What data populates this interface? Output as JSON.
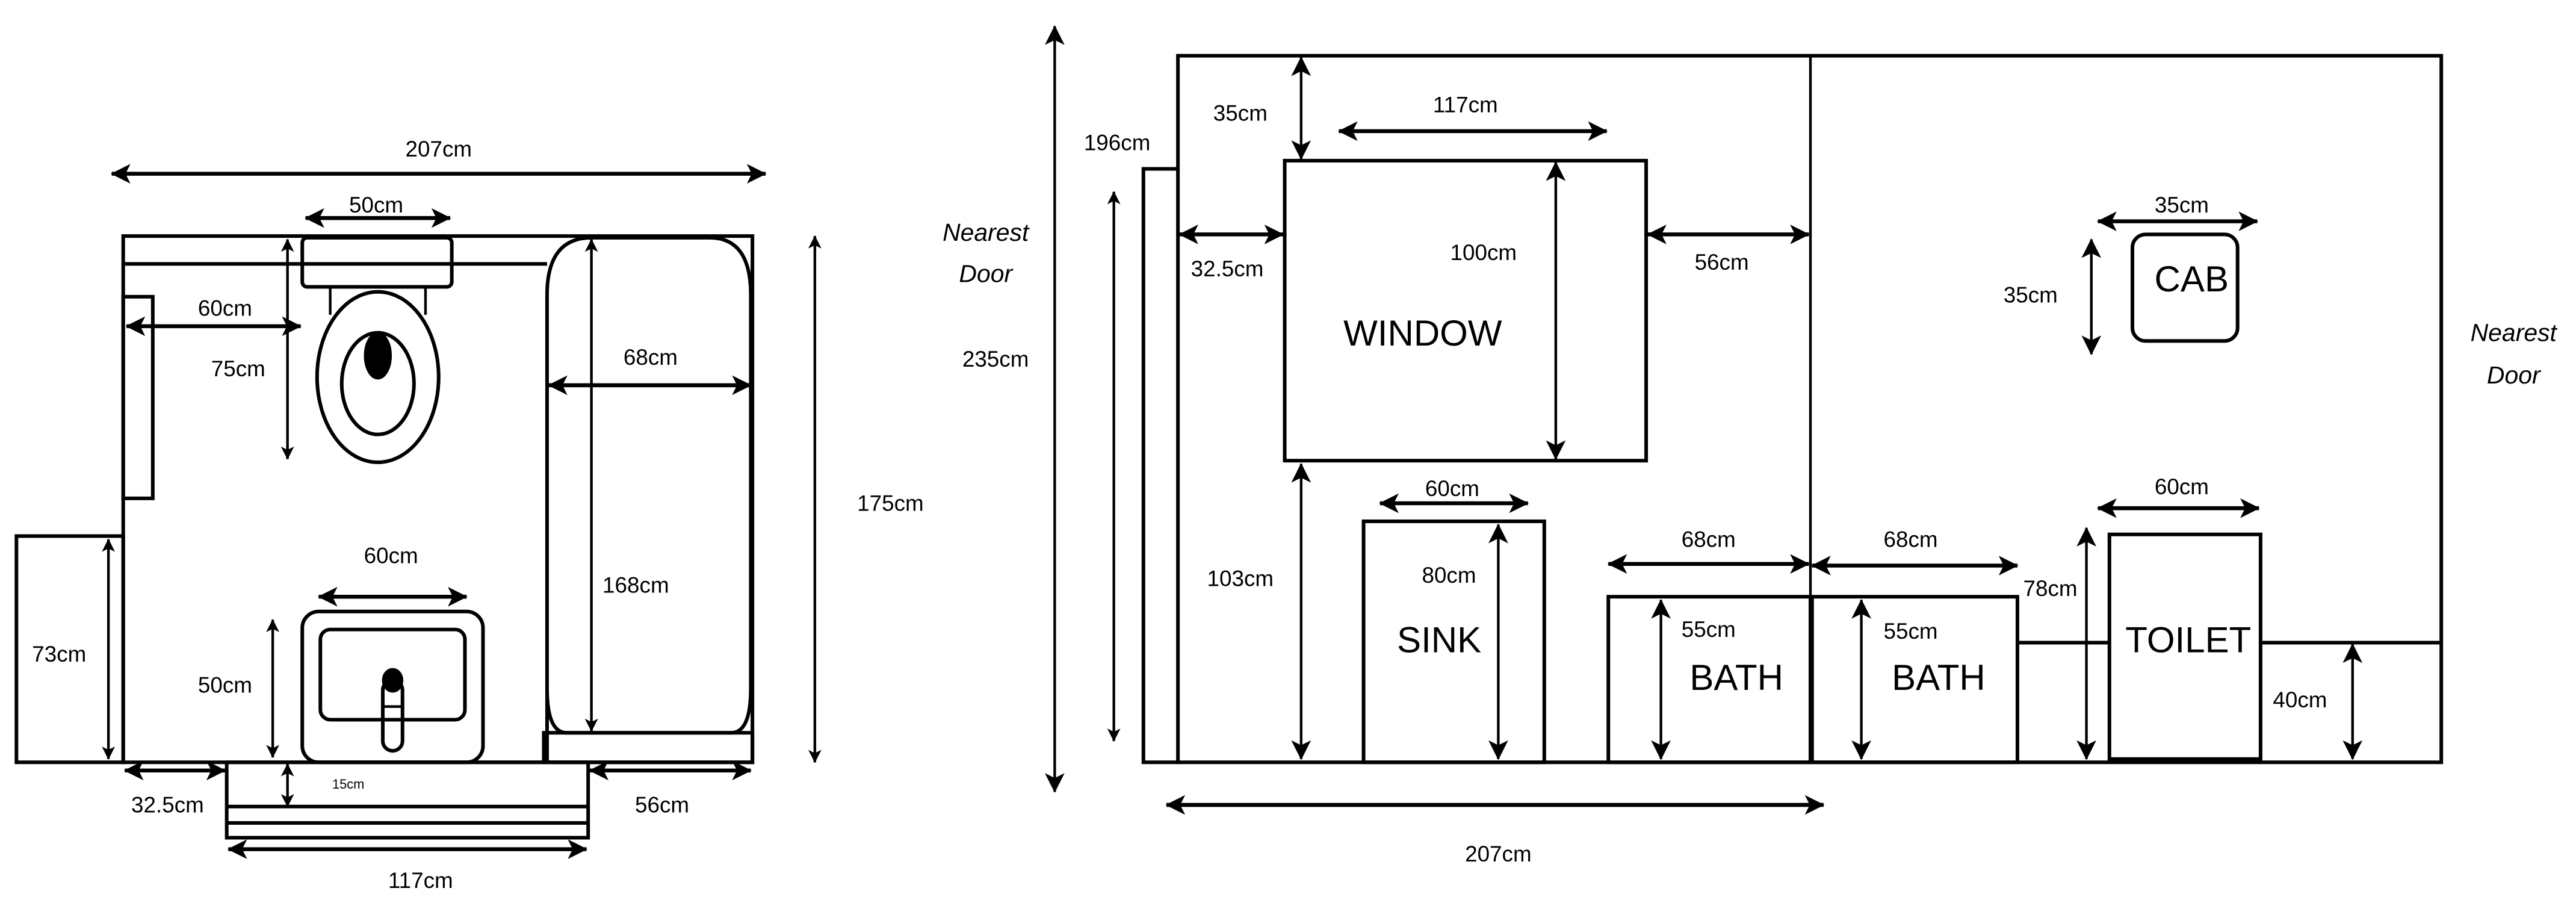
{
  "left_plan": {
    "overall_width": "207cm",
    "cistern_width": "50cm",
    "toilet_side_clearance": "60cm",
    "toilet_depth": "75cm",
    "shower_width": "68cm",
    "shower_length": "168cm",
    "room_depth": "175cm",
    "sink_width": "60cm",
    "sink_depth": "50cm",
    "cabinet_height": "73cm",
    "window_left_offset": "32.5cm",
    "window_sill_depth": "15cm",
    "window_right_offset": "56cm",
    "window_width": "117cm"
  },
  "right_plan": {
    "door_label_left": [
      "Nearest",
      "Door"
    ],
    "door_label_right": [
      "Nearest",
      "Door"
    ],
    "total_height": "235cm",
    "door_height": "196cm",
    "window_top_offset": "35cm",
    "window_width": "117cm",
    "window_left_offset": "32.5cm",
    "window_height": "100cm",
    "window_right_offset": "56cm",
    "window_label": "WINDOW",
    "window_floor_offset": "103cm",
    "sink_width": "60cm",
    "sink_height": "80cm",
    "sink_label": "SINK",
    "bath_left_width": "68cm",
    "bath_left_height": "55cm",
    "bath_left_label": "BATH",
    "bath_right_width": "68cm",
    "bath_right_height": "55cm",
    "bath_right_label": "BATH",
    "cab_width": "35cm",
    "cab_height": "35cm",
    "cab_label": "CAB",
    "toilet_width": "60cm",
    "toilet_height": "78cm",
    "toilet_label": "TOILET",
    "ledge_height": "40cm",
    "wall_width": "207cm"
  }
}
